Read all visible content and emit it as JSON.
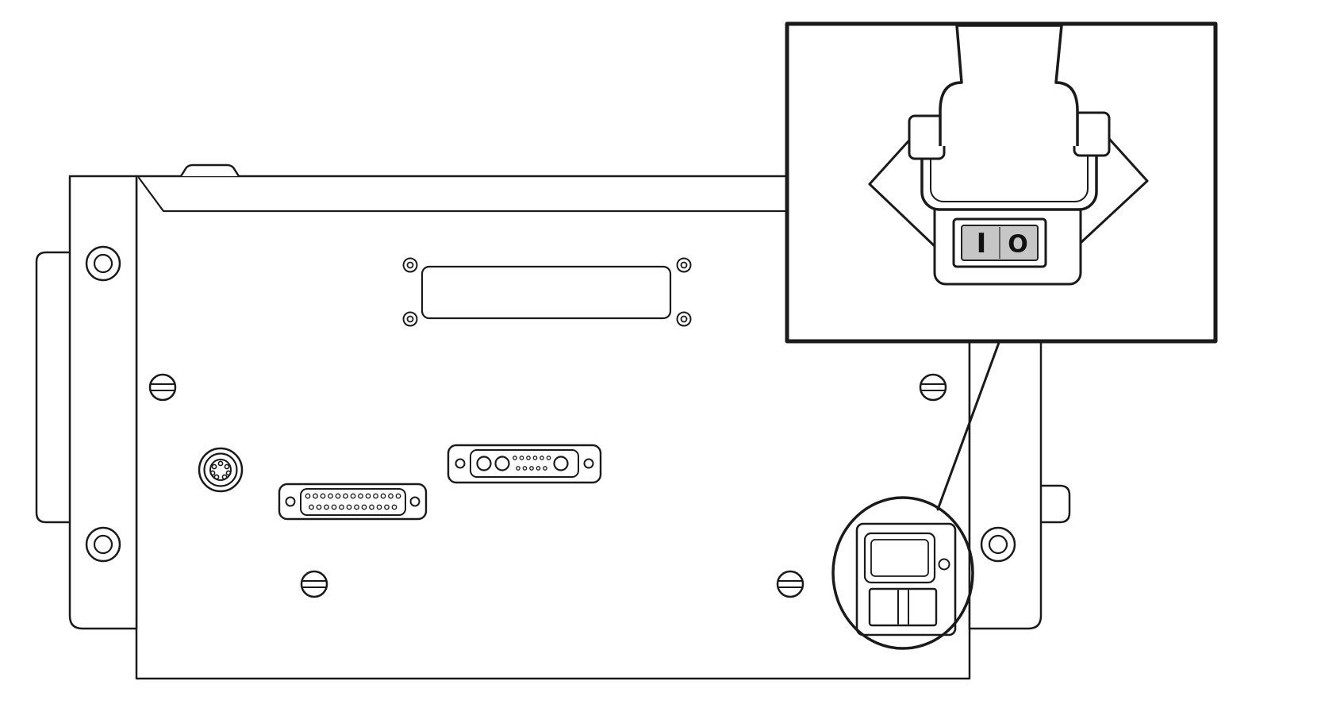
{
  "inset": {
    "switch": {
      "on_label": "I",
      "off_label": "O"
    }
  },
  "colors": {
    "background": "#ffffff",
    "line": "#1a1a1a",
    "switch_frame": "#8e8e8e",
    "switch_rocker": "#c6c6c6",
    "switch_symbol": "#111111"
  },
  "parts": [
    "left-mounting-bracket",
    "right-mounting-bracket",
    "top-cover-plate",
    "din-connector",
    "db25-connector",
    "combo-dsub-connector",
    "power-inlet-module",
    "highlight-circle",
    "callout-leader-line",
    "callout-inset-box",
    "power-cord-plug",
    "rocker-power-switch"
  ]
}
